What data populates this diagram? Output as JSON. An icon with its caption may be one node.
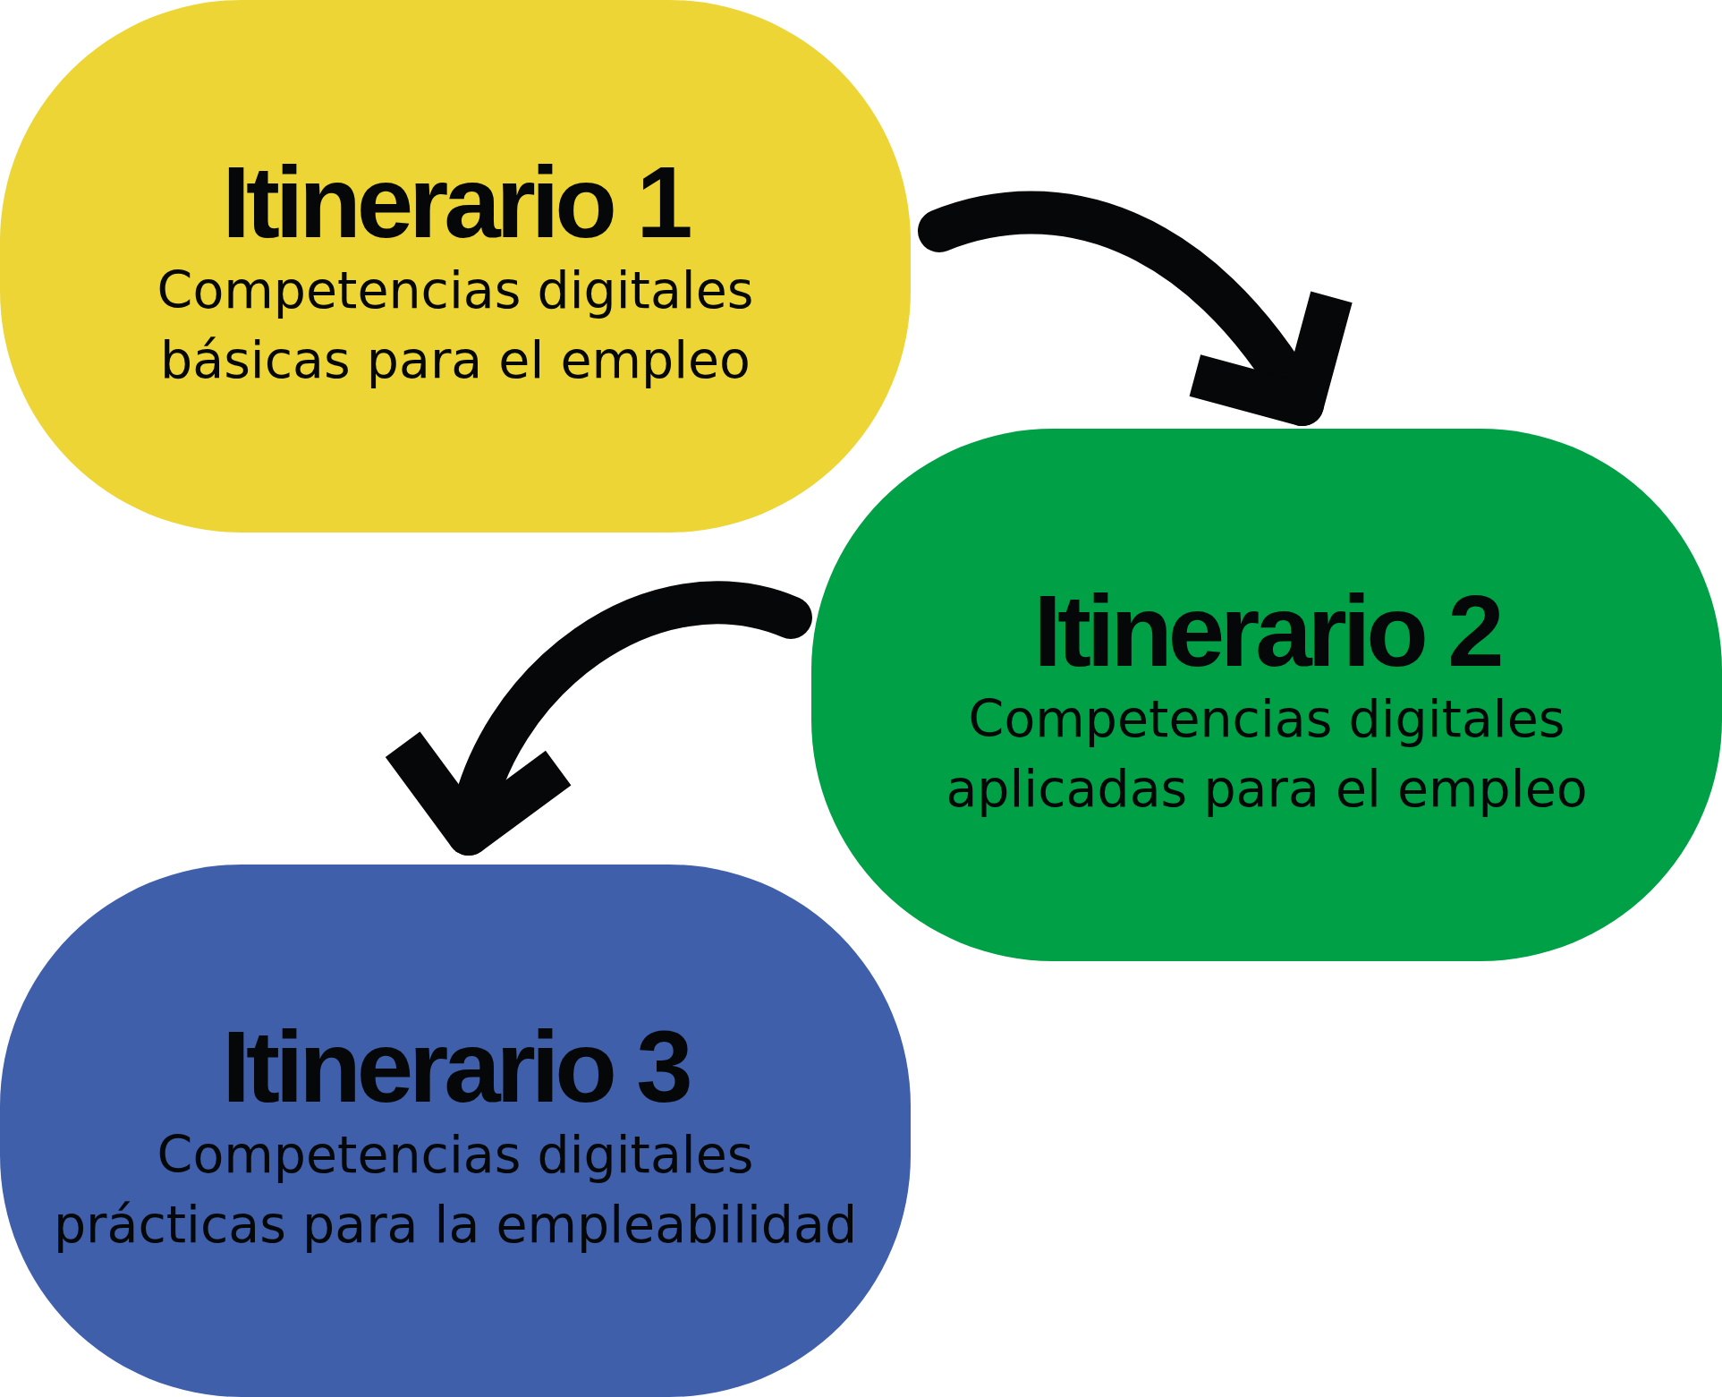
{
  "diagram": {
    "nodes": [
      {
        "text": [
          "Itinerario 1",
          "Competencias digitales básicas para el empleo"
        ]
      },
      {
        "text": [
          "Itinerario 2",
          "Competencias digitales aplicadas para el empleo"
        ]
      },
      {
        "text": [
          "Itinerario 3",
          "Competencias digitales prácticas para la empleabilidad"
        ]
      }
    ],
    "edges": [
      {
        "from": 0,
        "to": 1,
        "arrow": "to"
      },
      {
        "from": 1,
        "to": 2,
        "arrow": "to"
      }
    ]
  }
}
